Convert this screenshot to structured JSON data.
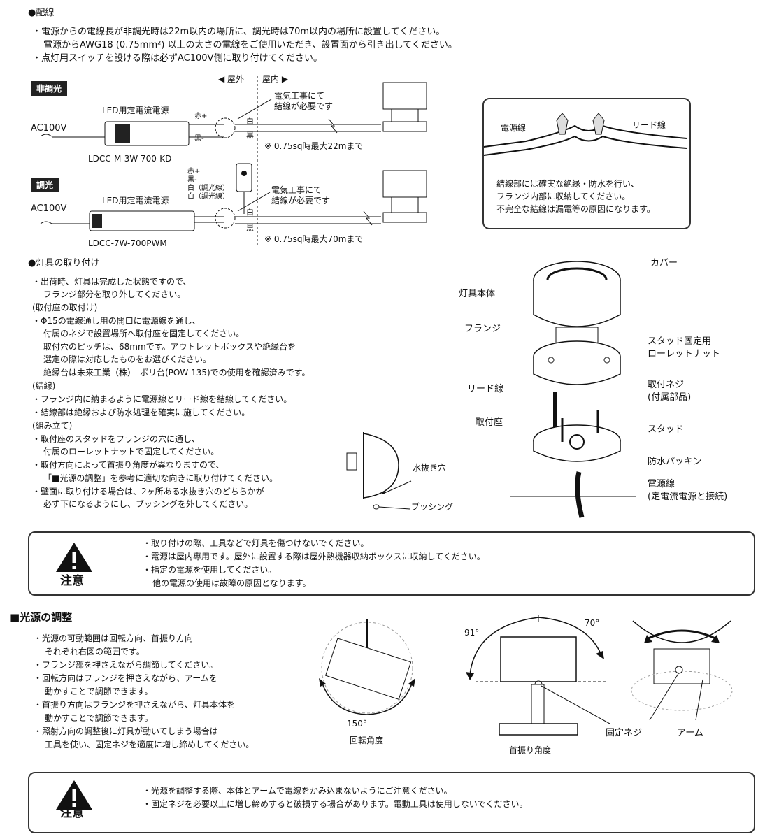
{
  "wiring": {
    "heading": "●配線",
    "notes": [
      "・電源からの電線長が非調光時は22m以内の場所に、調光時は70m以内の場所に設置してください。",
      "電源からAWG18 (0.75mm²) 以上の太さの電線をご使用いただき、設置面から引き出してください。",
      "・点灯用スイッチを設ける際は必ずAC100V側に取り付けてください。"
    ],
    "outdoor": "◀ 屋外",
    "indoor": "屋内 ▶",
    "non_dimming": {
      "tag": "非調光",
      "power_label": "LED用定電流電源",
      "ac": "AC100V",
      "model": "LDCC-M-3W-700-KD",
      "wire_red": "赤+",
      "wire_black": "黒-",
      "white": "白",
      "black": "黒",
      "note": "電気工事にて\n結線が必要です",
      "max": "※ 0.75sq時最大22mまで"
    },
    "dimming": {
      "tag": "調光",
      "power_label": "LED用定電流電源",
      "ac": "AC100V",
      "model": "LDCC-7W-700PWM",
      "wires": [
        "赤+",
        "黒-",
        "白（調光線）",
        "白（調光線）"
      ],
      "white": "白",
      "black": "黒",
      "note": "電気工事にて\n結線が必要です",
      "max": "※ 0.75sq時最大70mまで"
    },
    "junction": {
      "power_wire": "電源線",
      "lead_wire": "リード線",
      "notes": [
        "結線部には確実な絶縁・防水を行い、",
        "フランジ内部に収納してください。",
        "不完全な結線は漏電等の原因になります。"
      ]
    }
  },
  "mounting": {
    "heading": "●灯具の取り付け",
    "lines": [
      "・出荷時、灯具は完成した状態ですので、",
      "フランジ部分を取り外してください。",
      "(取付座の取付け)",
      "・Φ15の電線通し用の開口に電源線を通し、",
      "付属のネジで設置場所へ取付座を固定してください。",
      "取付穴のピッチは、68mmです。アウトレットボックスや絶縁台を",
      "選定の際は対応したものをお選びください。",
      "絶縁台は未来工業（株）　ポリ台(POW-135)での使用を確認済みです。",
      "(結線)",
      "・フランジ内に納まるように電源線とリード線を結線してください。",
      "・結線部は絶縁および防水処理を確実に施してください。",
      "(組み立て)",
      "・取付座のスタッドをフランジの穴に通し、",
      "付属のローレットナットで固定してください。",
      "・取付方向によって首振り角度が異なりますので、",
      "「■光源の調整」を参考に適切な向きに取り付けてください。",
      "・壁面に取り付ける場合は、2ヶ所ある水抜き穴のどちらかが",
      "必ず下になるようにし、ブッシングを外してください。"
    ],
    "drain_hole": "水抜き穴",
    "bushing": "ブッシング",
    "parts": {
      "cover": "カバー",
      "body": "灯具本体",
      "flange": "フランジ",
      "stud_nut": "スタッド固定用\nローレットナット",
      "lead": "リード線",
      "screw": "取付ネジ\n(付属部品)",
      "base": "取付座",
      "stud": "スタッド",
      "packing": "防水パッキン",
      "power": "電源線\n(定電流電源と接続)"
    }
  },
  "caution1": {
    "label": "注意",
    "lines": [
      "・取り付けの際、工具などで灯具を傷つけないでください。",
      "・電源は屋内専用です。屋外に設置する際は屋外熱機器収納ボックスに収納してください。",
      "・指定の電源を使用してください。",
      "他の電源の使用は故障の原因となります。"
    ]
  },
  "adjust": {
    "heading": "■光源の調整",
    "lines": [
      "・光源の可動範囲は回転方向、首振り方向",
      "それぞれ右図の範囲です。",
      "・フランジ部を押さえながら調節してください。",
      "・回転方向はフランジを押さえながら、アームを",
      "動かすことで調節できます。",
      "・首振り方向はフランジを押さえながら、灯具本体を",
      "動かすことで調節できます。",
      "・照射方向の調整後に灯具が動いてしまう場合は",
      "工具を使い、固定ネジを適度に増し締めしてください。"
    ],
    "rotation_angle": "150°",
    "rotation_label": "回転角度",
    "tilt_left": "91°",
    "tilt_right": "70°",
    "tilt_label": "首振り角度",
    "screw": "固定ネジ",
    "arm": "アーム"
  },
  "caution2": {
    "label": "注意",
    "lines": [
      "・光源を調整する際、本体とアームで電線をかみ込まないようにご注意ください。",
      "・固定ネジを必要以上に増し締めすると破損する場合があります。電動工具は使用しないでください。"
    ]
  }
}
